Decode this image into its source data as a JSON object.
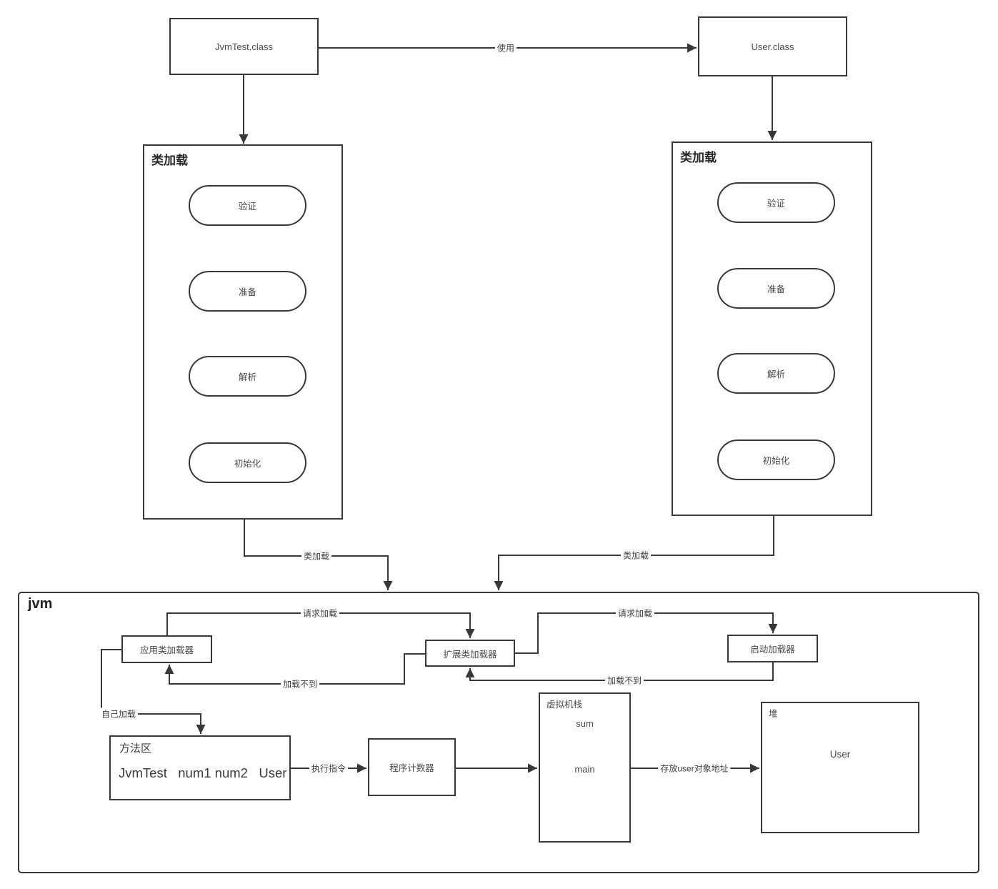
{
  "top": {
    "jvmtest_class": "JvmTest.class",
    "user_class": "User.class"
  },
  "class_loading_left": {
    "title": "类加载",
    "stages": [
      "验证",
      "准备",
      "解析",
      "初始化"
    ]
  },
  "class_loading_right": {
    "title": "类加载",
    "stages": [
      "验证",
      "准备",
      "解析",
      "初始化"
    ]
  },
  "edges": {
    "use": "使用",
    "class_load_left": "类加载",
    "class_load_right": "类加载",
    "request_load_left": "请求加载",
    "request_load_right": "请求加载",
    "load_fail_left": "加载不到",
    "load_fail_right": "加载不到",
    "self_load": "自己加载",
    "execute_instruction": "执行指令",
    "store_user_address": "存放user对象地址"
  },
  "jvm": {
    "title": "jvm",
    "app_loader": "应用类加载器",
    "ext_loader": "扩展类加载器",
    "bootstrap_loader": "启动加载器",
    "method_area": {
      "title": "方法区",
      "content": "JvmTest   num1 num2   User"
    },
    "program_counter": "程序计数器",
    "vm_stack": {
      "title": "虚拟机栈",
      "frames": [
        "sum",
        "main"
      ]
    },
    "heap": {
      "title": "堆",
      "content": "User"
    }
  },
  "colors": {
    "stroke": "#383838",
    "background": "#ffffff"
  }
}
